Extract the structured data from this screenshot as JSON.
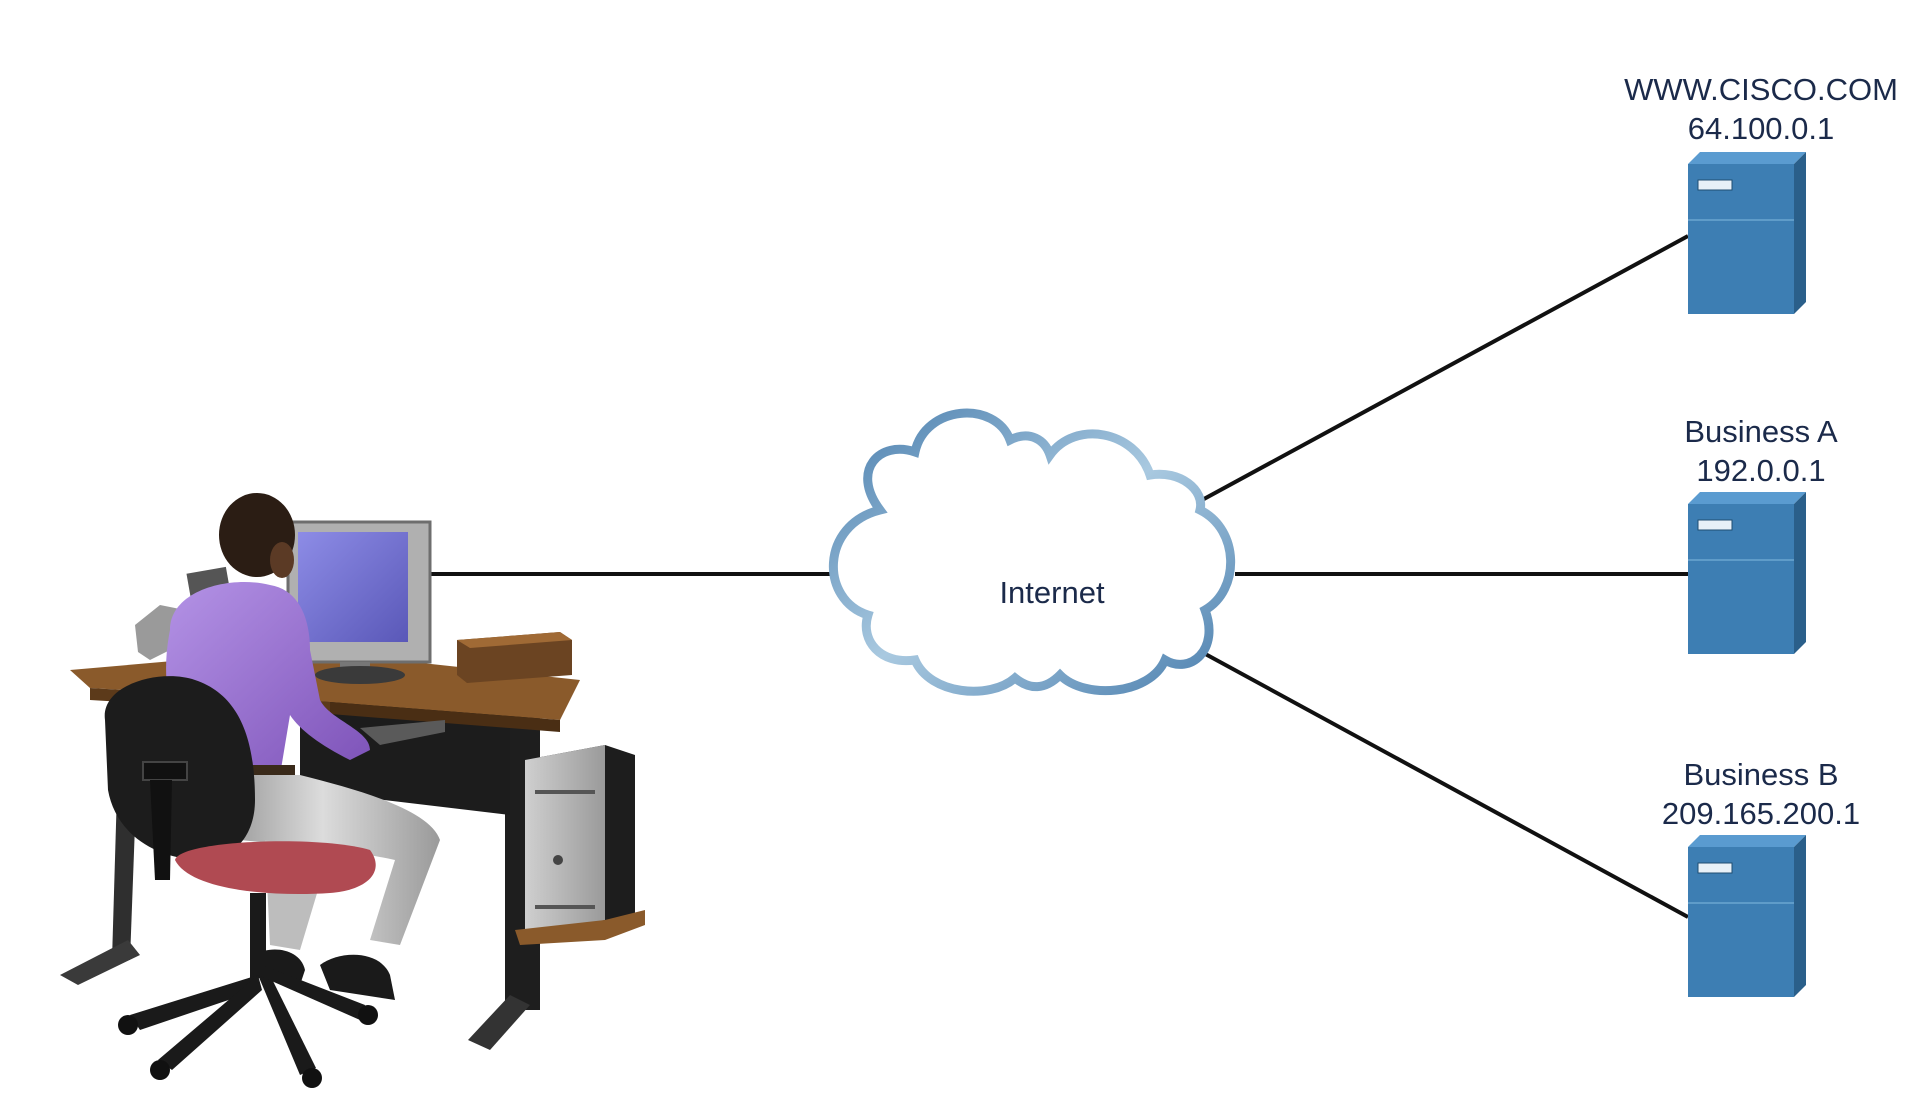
{
  "cloud": {
    "label": "Internet"
  },
  "servers": [
    {
      "name": "WWW.CISCO.COM",
      "ip": "64.100.0.1"
    },
    {
      "name": "Business A",
      "ip": "192.0.0.1"
    },
    {
      "name": "Business B",
      "ip": "209.165.200.1"
    }
  ],
  "colors": {
    "server_front": "#3d7eb3",
    "server_side": "#2a5f8a",
    "cloud_stroke": "#5b8fb8",
    "link": "#111111",
    "shirt": "#9a6fd0",
    "desk_top": "#8a5a2b"
  }
}
